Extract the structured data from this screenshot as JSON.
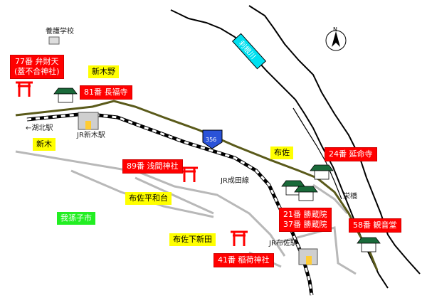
{
  "colors": {
    "river": "#000000",
    "rail": "#000000",
    "road_main": "#5a5a1a",
    "road_minor": "#b8b8b8",
    "label_red": "#ff0000",
    "label_yellow": "#ffff00",
    "label_green": "#22ee22",
    "route_badge": "#2a52d8",
    "river_label_bg": "#00e0f0"
  },
  "river_name": "利根川",
  "compass_label": "N",
  "route_number": "356",
  "temple_labels": {
    "benzaiten": "77番 弁財天\n(蓋不合神社)",
    "chofukuji": "81番 長福寺",
    "sengen": "89番 浅間神社",
    "enmeiji": "24番 延命寺",
    "shozoin": "21番 勝蔵院\n37番 勝蔵院",
    "kannondo": "58番 観音堂",
    "inari": "41番 稲荷神社"
  },
  "area_labels": {
    "shinkino": "新木野",
    "araki": "新木",
    "fusa": "布佐",
    "fusaheiwadai": "布佐平和台",
    "fusashimoshinden": "布佐下新田",
    "abiko": "我孫子市"
  },
  "small_labels": {
    "school": "養護学校",
    "kohoku": "←湖北駅",
    "jr_araki": "JR新木駅",
    "jr_narita": "JR成田線",
    "jr_fusa": "JR布佐駅",
    "sakaebashi": "栄橋"
  }
}
